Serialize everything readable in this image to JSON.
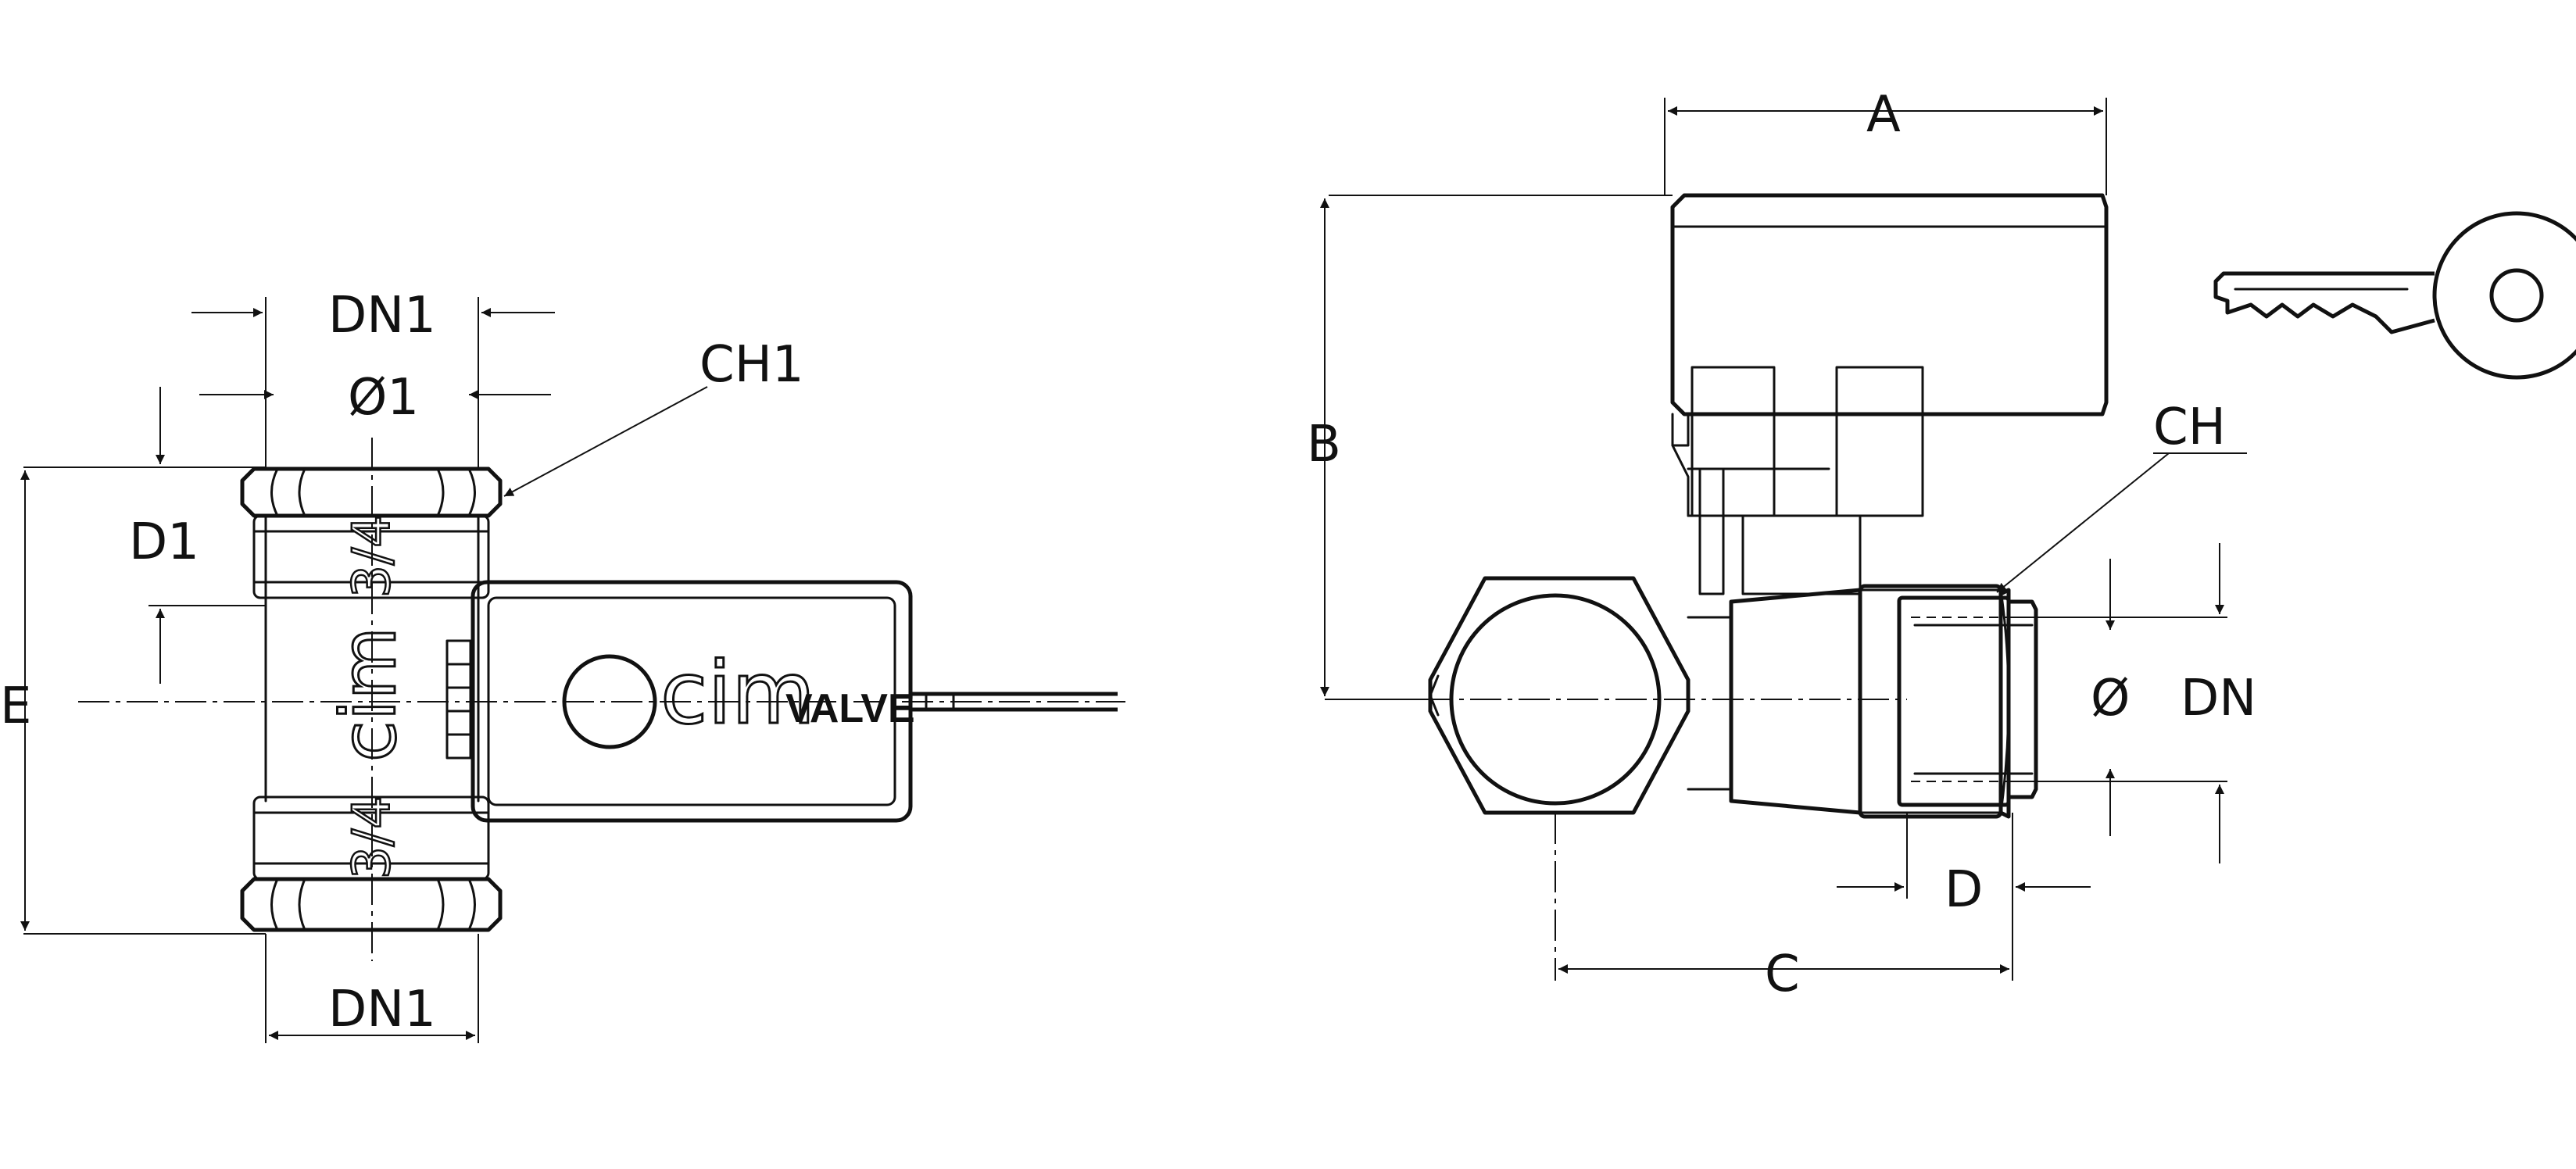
{
  "dimensions": {
    "dn1_top": "DN1",
    "o1": "Ø1",
    "ch1": "CH1",
    "d1": "D1",
    "e": "E",
    "dn1_bottom": "DN1",
    "a": "A",
    "b": "B",
    "ch": "CH",
    "o": "Ø",
    "dn": "DN",
    "d": "D",
    "c": "C"
  },
  "markings": {
    "size_top": "3/4",
    "size_bottom": "3/4",
    "body_logo": "cim",
    "actuator_logo": "cim",
    "actuator_logo_suffix": "VALVE"
  },
  "icons": {
    "key": "key-icon"
  }
}
